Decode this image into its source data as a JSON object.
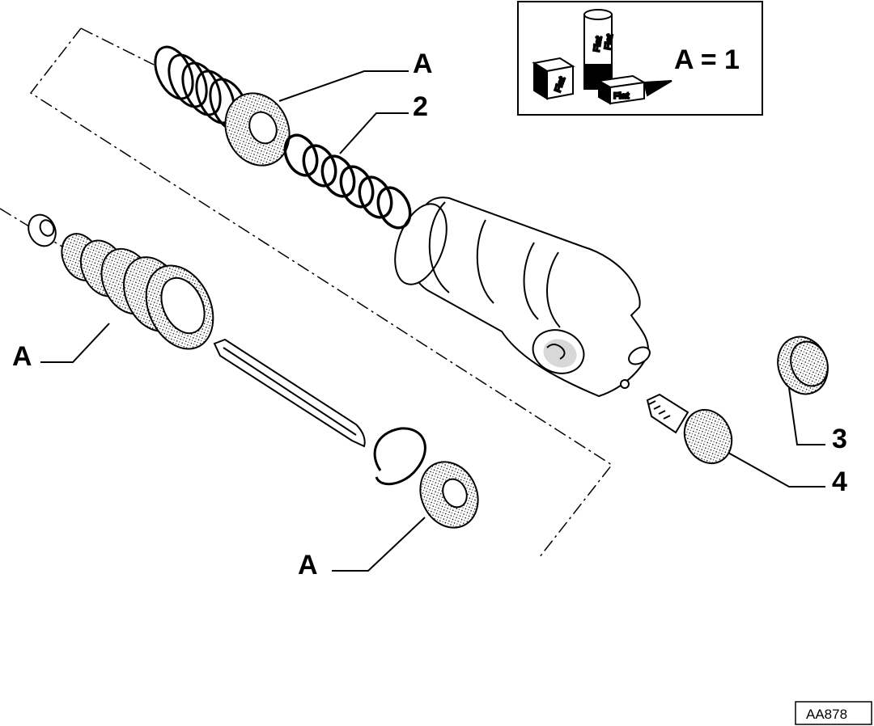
{
  "callouts": {
    "a_top": "A",
    "n2": "2",
    "a_left": "A",
    "n3": "3",
    "n4": "4",
    "a_bottom": "A"
  },
  "legend": {
    "text": "A = 1",
    "tube_label_1": "Fiat",
    "tube_label_2": "Fiat",
    "box_label_left": "Fiat",
    "box_label_right": "Fiat"
  },
  "drawing_code": "AA878",
  "colors": {
    "ink": "#000000",
    "paper": "#ffffff"
  }
}
